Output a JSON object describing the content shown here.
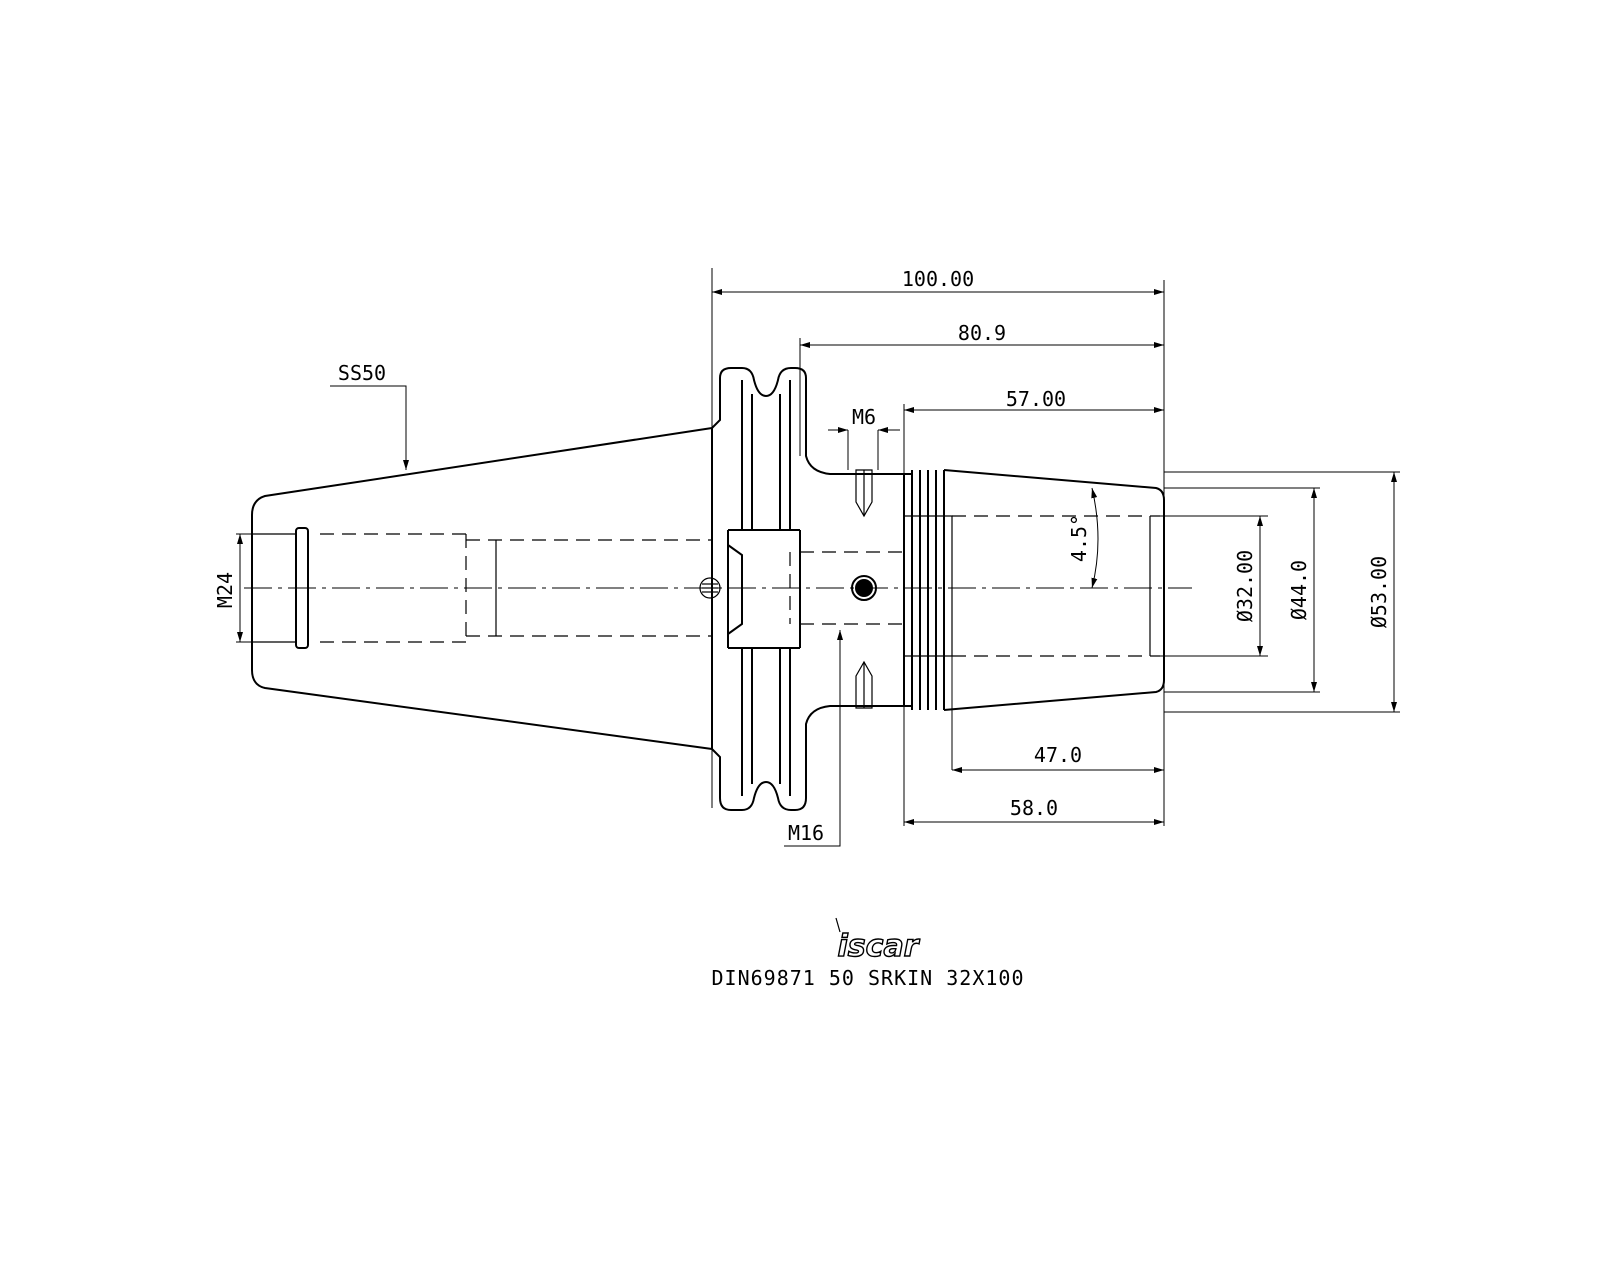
{
  "brand": {
    "logo_text": "iscar"
  },
  "caption": "DIN69871 50 SRKIN 32X100",
  "labels": {
    "shank": "SS50",
    "rear_thread": "M24",
    "flange_thread": "M16",
    "screw_thread": "M6",
    "taper_angle": "4.5°"
  },
  "dimensions": {
    "overall_length": "100.00",
    "gauge_length": "80.9",
    "nose_length": "57.00",
    "bore_depth": "47.0",
    "body_length": "58.0",
    "bore_dia": "Ø32.00",
    "nose_tip_dia": "Ø44.0",
    "nose_base_dia": "Ø53.00"
  }
}
